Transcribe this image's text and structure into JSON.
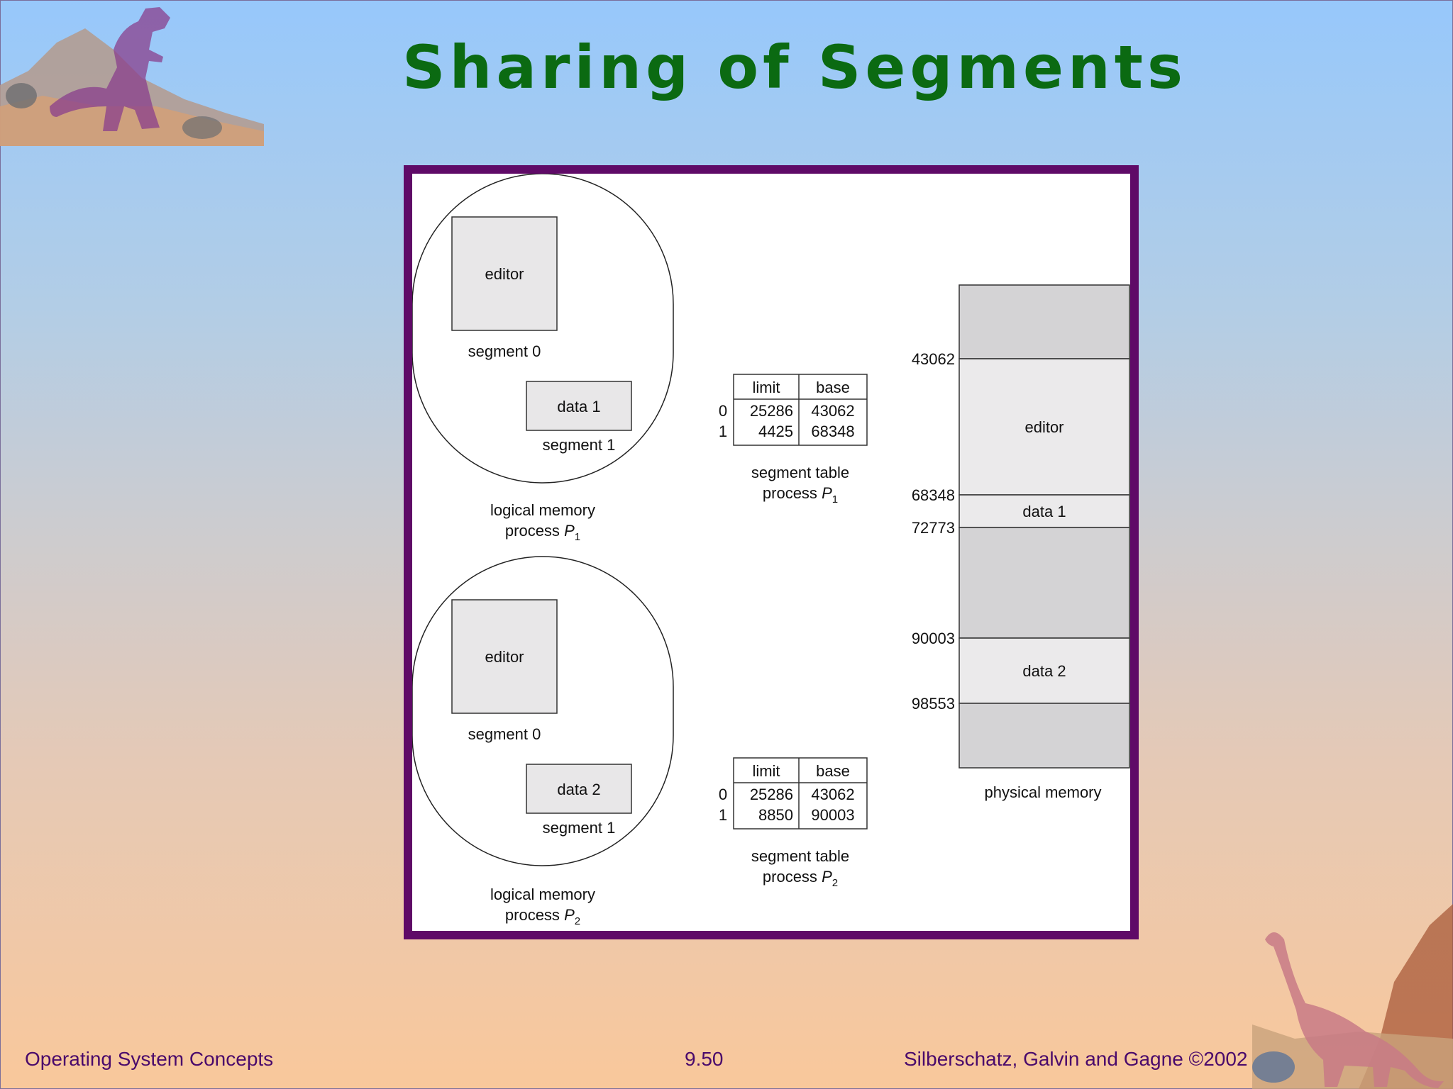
{
  "slide": {
    "title": "Sharing of Segments"
  },
  "logical_memory": [
    {
      "segment0_label": "editor",
      "segment0_caption": "segment 0",
      "segment1_label": "data 1",
      "segment1_caption": "segment 1",
      "caption_line1": "logical memory",
      "caption_line2": "process",
      "caption_proc": "P",
      "caption_sub": "1"
    },
    {
      "segment0_label": "editor",
      "segment0_caption": "segment 0",
      "segment1_label": "data 2",
      "segment1_caption": "segment 1",
      "caption_line1": "logical memory",
      "caption_line2": "process",
      "caption_proc": "P",
      "caption_sub": "2"
    }
  ],
  "segment_tables": [
    {
      "header_limit": "limit",
      "header_base": "base",
      "rows": [
        {
          "index": "0",
          "limit": "25286",
          "base": "43062"
        },
        {
          "index": "1",
          "limit": "4425",
          "base": "68348"
        }
      ],
      "caption_line1": "segment table",
      "caption_line2": "process",
      "caption_proc": "P",
      "caption_sub": "1"
    },
    {
      "header_limit": "limit",
      "header_base": "base",
      "rows": [
        {
          "index": "0",
          "limit": "25286",
          "base": "43062"
        },
        {
          "index": "1",
          "limit": "8850",
          "base": "90003"
        }
      ],
      "caption_line1": "segment table",
      "caption_line2": "process",
      "caption_proc": "P",
      "caption_sub": "2"
    }
  ],
  "physical_memory": {
    "caption": "physical memory",
    "addresses": [
      "43062",
      "68348",
      "72773",
      "90003",
      "98553"
    ],
    "blocks": [
      {
        "label": "",
        "kind": "free"
      },
      {
        "label": "editor",
        "kind": "used"
      },
      {
        "label": "data 1",
        "kind": "used"
      },
      {
        "label": "",
        "kind": "free"
      },
      {
        "label": "data 2",
        "kind": "used"
      },
      {
        "label": "",
        "kind": "free"
      }
    ]
  },
  "colors": {
    "title": "#0b6a12",
    "frame": "#5f0a67",
    "footer": "#4a0a6b",
    "segment_fill": "#e8e7e8",
    "free_fill": "#d4d3d5",
    "used_fill": "#ebeaeb"
  },
  "footer": {
    "left": "Operating System Concepts",
    "center": "9.50",
    "right": "Silberschatz, Galvin and  Gagne ©2002"
  }
}
